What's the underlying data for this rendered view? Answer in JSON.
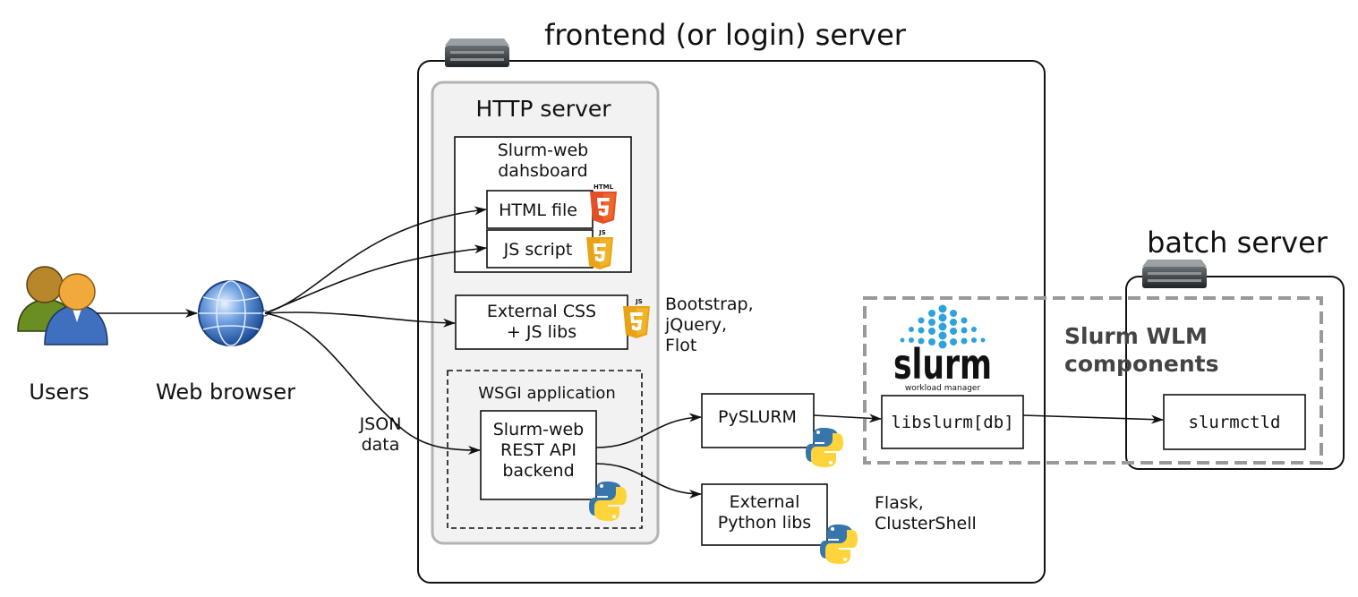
{
  "labels": {
    "users": "Users",
    "web_browser": "Web browser",
    "json_data": "JSON\ndata",
    "frontend_title": "frontend (or login) server",
    "http_server": "HTTP server",
    "dashboard": "Slurm-web\ndahsboard",
    "html_file": "HTML file",
    "js_script": "JS script",
    "external_css": "External CSS\n+ JS libs",
    "css_libs_note": "Bootstrap,\njQuery,\nFlot",
    "wsgi": "WSGI application",
    "rest_api": "Slurm-web\nREST API\nbackend",
    "pyslurm": "PySLURM",
    "external_python": "External\nPython libs",
    "python_libs_note": "Flask,\nClusterShell",
    "libslurm": "libslurm[db]",
    "batch_title": "batch server",
    "slurm_wlm": "Slurm WLM\ncomponents",
    "slurmctld": "slurmctld"
  },
  "logos": {
    "slurm_word": "slurm",
    "slurm_tagline": "workload manager",
    "html5_badge": "HTML",
    "js_badge": "JS"
  },
  "colors": {
    "html5": "#e34f26",
    "js": "#f0b429",
    "python_blue": "#3776ab",
    "python_yellow": "#ffd43b",
    "slurm_blue": "#2ea3db",
    "http_panel": "#f2f2f2"
  }
}
